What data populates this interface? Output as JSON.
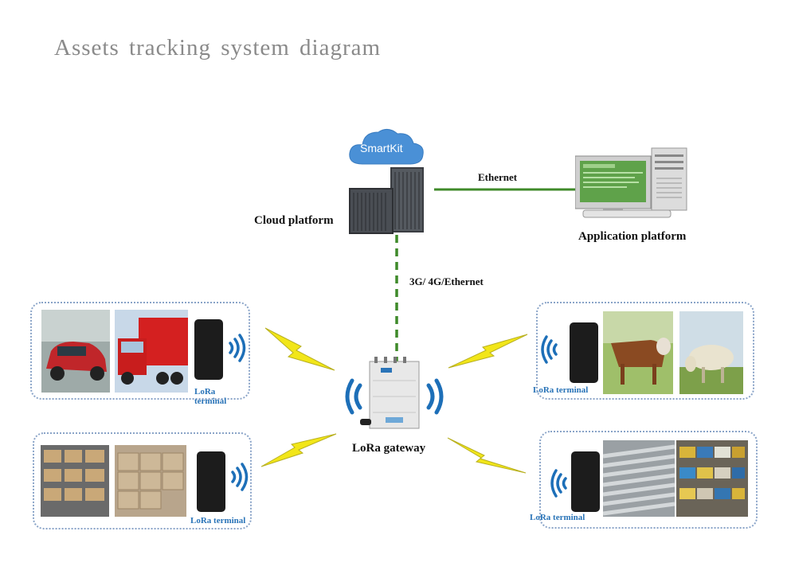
{
  "title": "Assets tracking system diagram",
  "cloud": {
    "brand": "SmartKit",
    "label": "Cloud platform"
  },
  "application": {
    "label": "Application platform"
  },
  "links": {
    "ethernet": "Ethernet",
    "backhaul": "3G/ 4G/Ethernet"
  },
  "gateway": {
    "label": "LoRa gateway"
  },
  "terminal_label": "LoRa terminal",
  "groups": [
    {
      "id": "vehicles",
      "items": [
        "car",
        "truck"
      ]
    },
    {
      "id": "warehouse",
      "items": [
        "shelves",
        "boxes"
      ]
    },
    {
      "id": "livestock",
      "items": [
        "cow",
        "sheep"
      ]
    },
    {
      "id": "materials",
      "items": [
        "pipes",
        "store-shelves"
      ]
    }
  ],
  "colors": {
    "link_green": "#3f8a2a",
    "wifi_blue": "#1d6fb8",
    "terminal_blue": "#2a74b8",
    "bolt_yellow": "#f2e619",
    "group_border": "#8aa4c8",
    "cloud_blue": "#4a90d6"
  }
}
